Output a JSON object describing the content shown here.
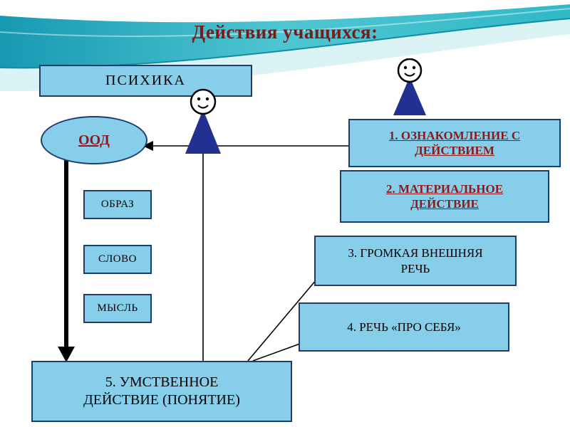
{
  "slide": {
    "title": "Действия учащихся:",
    "psyche_label": "ПСИХИКА",
    "ood_label": "ООД",
    "left_items": [
      "ОБРАЗ",
      "СЛОВО",
      "МЫСЛЬ"
    ],
    "steps": [
      {
        "lines": [
          "1. ОЗНАКОМЛЕНИЕ С",
          "ДЕЙСТВИЕМ"
        ]
      },
      {
        "lines": [
          "2. МАТЕРИАЛЬНОЕ",
          "ДЕЙСТВИЕ"
        ]
      },
      {
        "lines": [
          "3.  ГРОМКАЯ ВНЕШНЯЯ",
          "РЕЧЬ"
        ]
      },
      {
        "lines": [
          "4.  РЕЧЬ «ПРО СЕБЯ»"
        ]
      }
    ],
    "result_box": {
      "lines": [
        "5. УМСТВЕННОЕ",
        "ДЕЙСТВИЕ (ПОНЯТИЕ)"
      ]
    },
    "icons": [
      "student-figure-icon",
      "student-figure-icon"
    ],
    "colors": {
      "box_fill": "#87CEEB",
      "box_border": "#1A3E6E",
      "accent_red": "#8B1A1A",
      "figure_body": "#213091",
      "wave_teal": "#2FB8C6",
      "connector": "#000000"
    }
  }
}
